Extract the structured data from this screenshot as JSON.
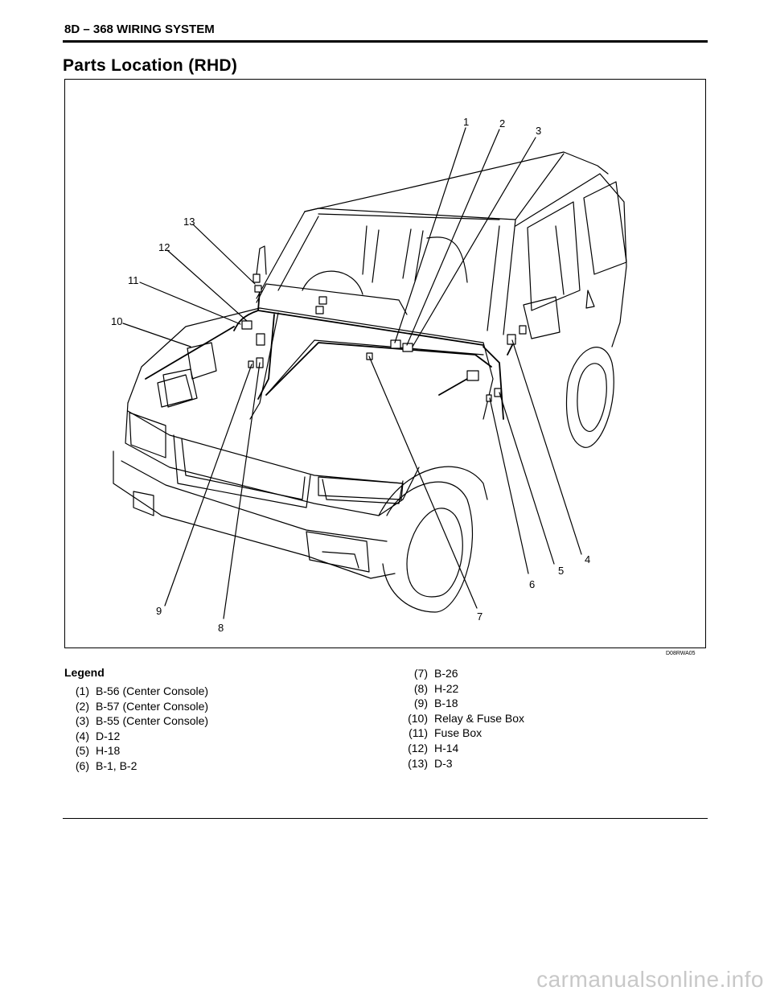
{
  "header": {
    "title": "8D – 368 WIRING SYSTEM"
  },
  "section": {
    "title": "Parts Location (RHD)"
  },
  "figure": {
    "code": "D08RWA05",
    "callouts": [
      "1",
      "2",
      "3",
      "4",
      "5",
      "6",
      "7",
      "8",
      "9",
      "10",
      "11",
      "12",
      "13"
    ]
  },
  "legend": {
    "heading": "Legend",
    "items": [
      {
        "num": "(1)",
        "text": "B-56 (Center Console)"
      },
      {
        "num": "(2)",
        "text": "B-57 (Center Console)"
      },
      {
        "num": "(3)",
        "text": "B-55 (Center Console)"
      },
      {
        "num": "(4)",
        "text": "D-12"
      },
      {
        "num": "(5)",
        "text": "H-18"
      },
      {
        "num": "(6)",
        "text": "B-1, B-2"
      },
      {
        "num": "(7)",
        "text": "B-26"
      },
      {
        "num": "(8)",
        "text": "H-22"
      },
      {
        "num": "(9)",
        "text": "B-18"
      },
      {
        "num": "(10)",
        "text": "Relay & Fuse Box"
      },
      {
        "num": "(11)",
        "text": "Fuse Box"
      },
      {
        "num": "(12)",
        "text": "H-14"
      },
      {
        "num": "(13)",
        "text": "D-3"
      }
    ]
  },
  "watermark": "carmanualsonline.info"
}
